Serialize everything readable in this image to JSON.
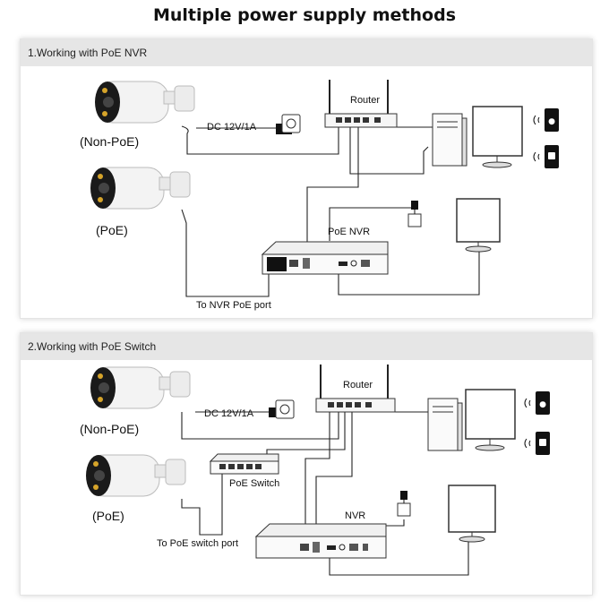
{
  "title": "Multiple power supply methods",
  "panel1": {
    "header": "1.Working with PoE NVR",
    "camera_non_poe": "(Non-PoE)",
    "camera_poe": "(PoE)",
    "dc_label": "DC 12V/1A",
    "router_label": "Router",
    "nvr_label": "PoE NVR",
    "port_label": "To NVR PoE port"
  },
  "panel2": {
    "header": "2.Working with PoE Switch",
    "camera_non_poe": "(Non-PoE)",
    "camera_poe": "(PoE)",
    "dc_label": "DC 12V/1A",
    "router_label": "Router",
    "switch_label": "PoE Switch",
    "nvr_label": "NVR",
    "port_label": "To PoE switch port"
  },
  "icons": [
    "bullet-camera-icon",
    "power-outlet-icon",
    "router-icon",
    "pc-tower-icon",
    "monitor-icon",
    "apple-phone-icon",
    "android-phone-icon",
    "nvr-icon",
    "poe-switch-icon",
    "power-plug-icon"
  ]
}
